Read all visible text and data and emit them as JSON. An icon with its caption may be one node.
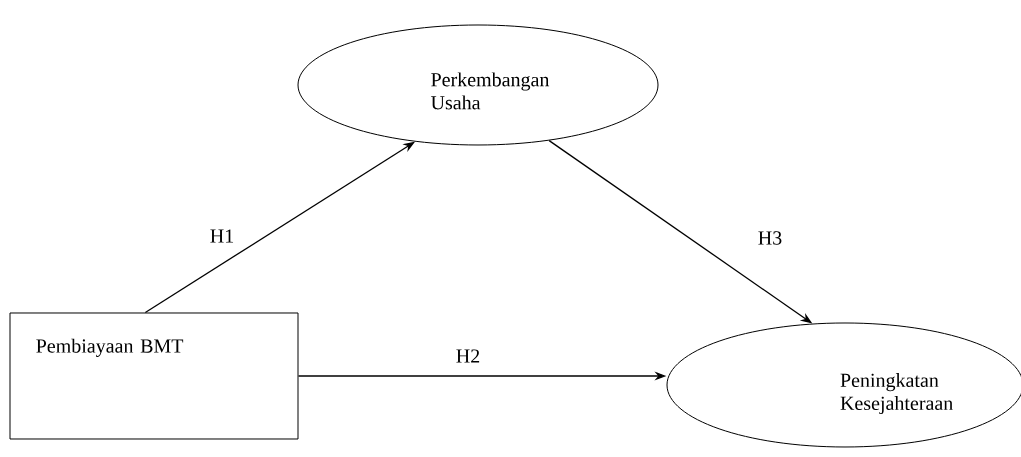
{
  "diagram": {
    "nodes": [
      {
        "text": [
          "Pembiayaan BMT"
        ]
      },
      {
        "text": [
          "Perkembangan Usaha"
        ]
      },
      {
        "text": [
          "Peningkatan Kesejahteraan"
        ]
      }
    ],
    "edges": [
      {
        "from": 0,
        "to": 1,
        "arrow": "to",
        "label": "H1"
      },
      {
        "from": 1,
        "to": 2,
        "arrow": "to",
        "label": "H3"
      },
      {
        "from": 0,
        "to": 2,
        "arrow": "to",
        "label": "H2"
      }
    ]
  }
}
